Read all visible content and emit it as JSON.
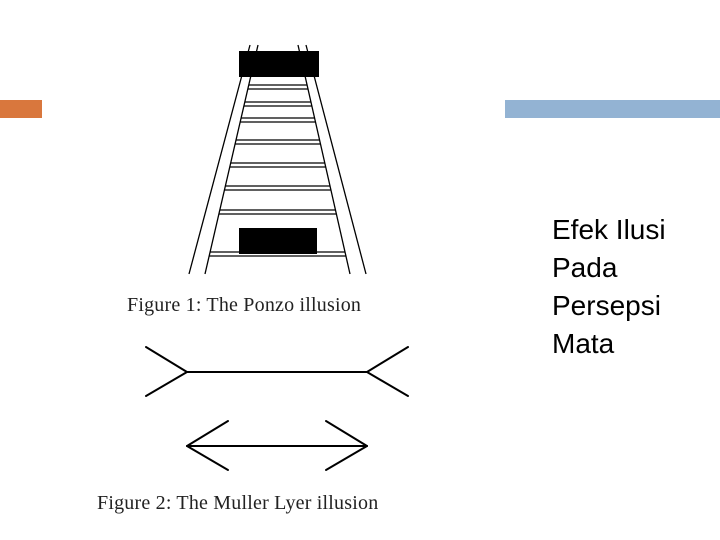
{
  "slide": {
    "title_lines": [
      "Efek Ilusi",
      "Pada",
      "Persepsi",
      "Mata"
    ],
    "accent_colors": {
      "left_bar": "#d9773d",
      "right_bar": "#93b3d3"
    }
  },
  "figures": [
    {
      "caption": "Figure 1:  The Ponzo illusion",
      "illustration": "ponzo-illusion"
    },
    {
      "caption": "Figure 2:  The Muller Lyer illusion",
      "illustration": "muller-lyer-illusion"
    }
  ]
}
